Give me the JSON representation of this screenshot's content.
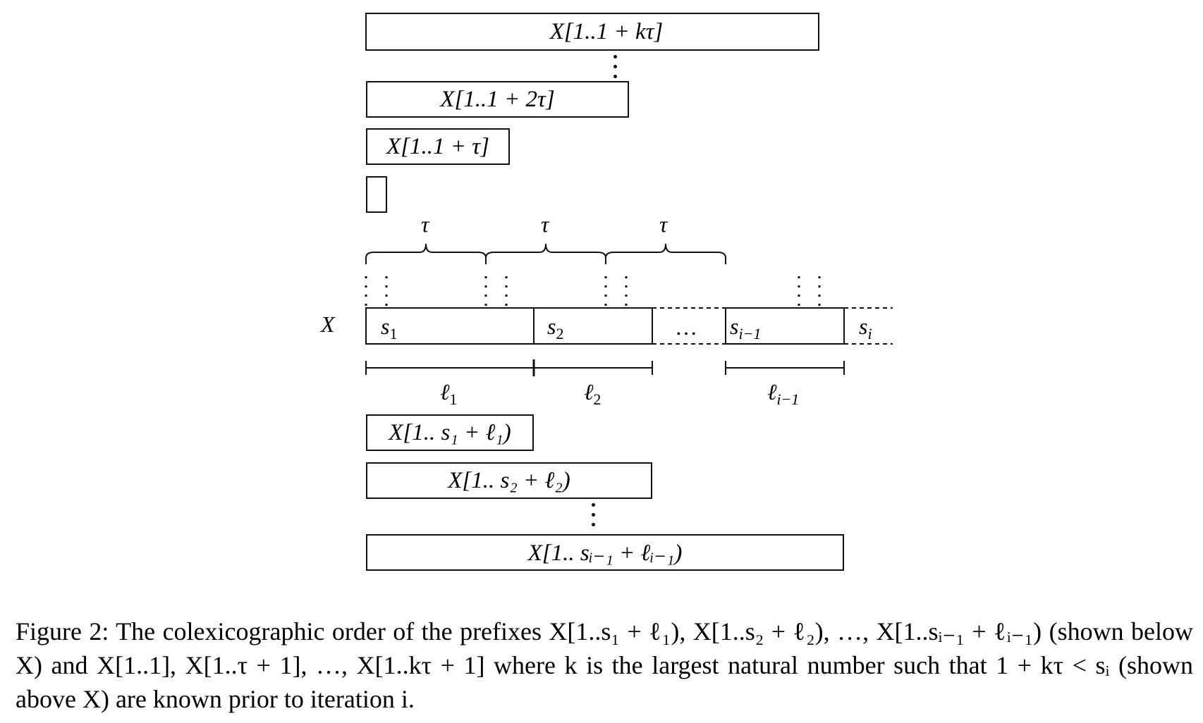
{
  "diagram": {
    "top_prefixes": [
      {
        "label": "X[1..1 + kτ]"
      },
      {
        "label": "X[1..1 + 2τ]"
      },
      {
        "label": "X[1..1 + τ]"
      },
      {
        "label": ""
      }
    ],
    "tau_labels": [
      "τ",
      "τ",
      "τ"
    ],
    "string_label": "X",
    "segments": [
      {
        "label": "s",
        "sub": "1"
      },
      {
        "label": "s",
        "sub": "2"
      },
      {
        "label": "…",
        "sub": ""
      },
      {
        "label": "s",
        "sub": "i−1"
      },
      {
        "label": "s",
        "sub": "i"
      }
    ],
    "lengths": [
      {
        "label": "ℓ",
        "sub": "1"
      },
      {
        "label": "ℓ",
        "sub": "2"
      },
      {
        "label": "ℓ",
        "sub": "i−1"
      }
    ],
    "bottom_prefixes": [
      {
        "label": "X[1.. s₁ + ℓ₁)"
      },
      {
        "label": "X[1.. s₂ + ℓ₂)"
      },
      {
        "label": "X[1.. sᵢ₋₁ + ℓᵢ₋₁)"
      }
    ]
  },
  "caption": "Figure 2: The colexicographic order of the prefixes X[1..s₁ + ℓ₁), X[1..s₂ + ℓ₂), …, X[1..sᵢ₋₁ + ℓᵢ₋₁) (shown below X) and X[1..1], X[1..τ + 1], …, X[1..kτ + 1] where k is the largest natural number such that 1 + kτ < sᵢ (shown above X) are known prior to iteration i."
}
